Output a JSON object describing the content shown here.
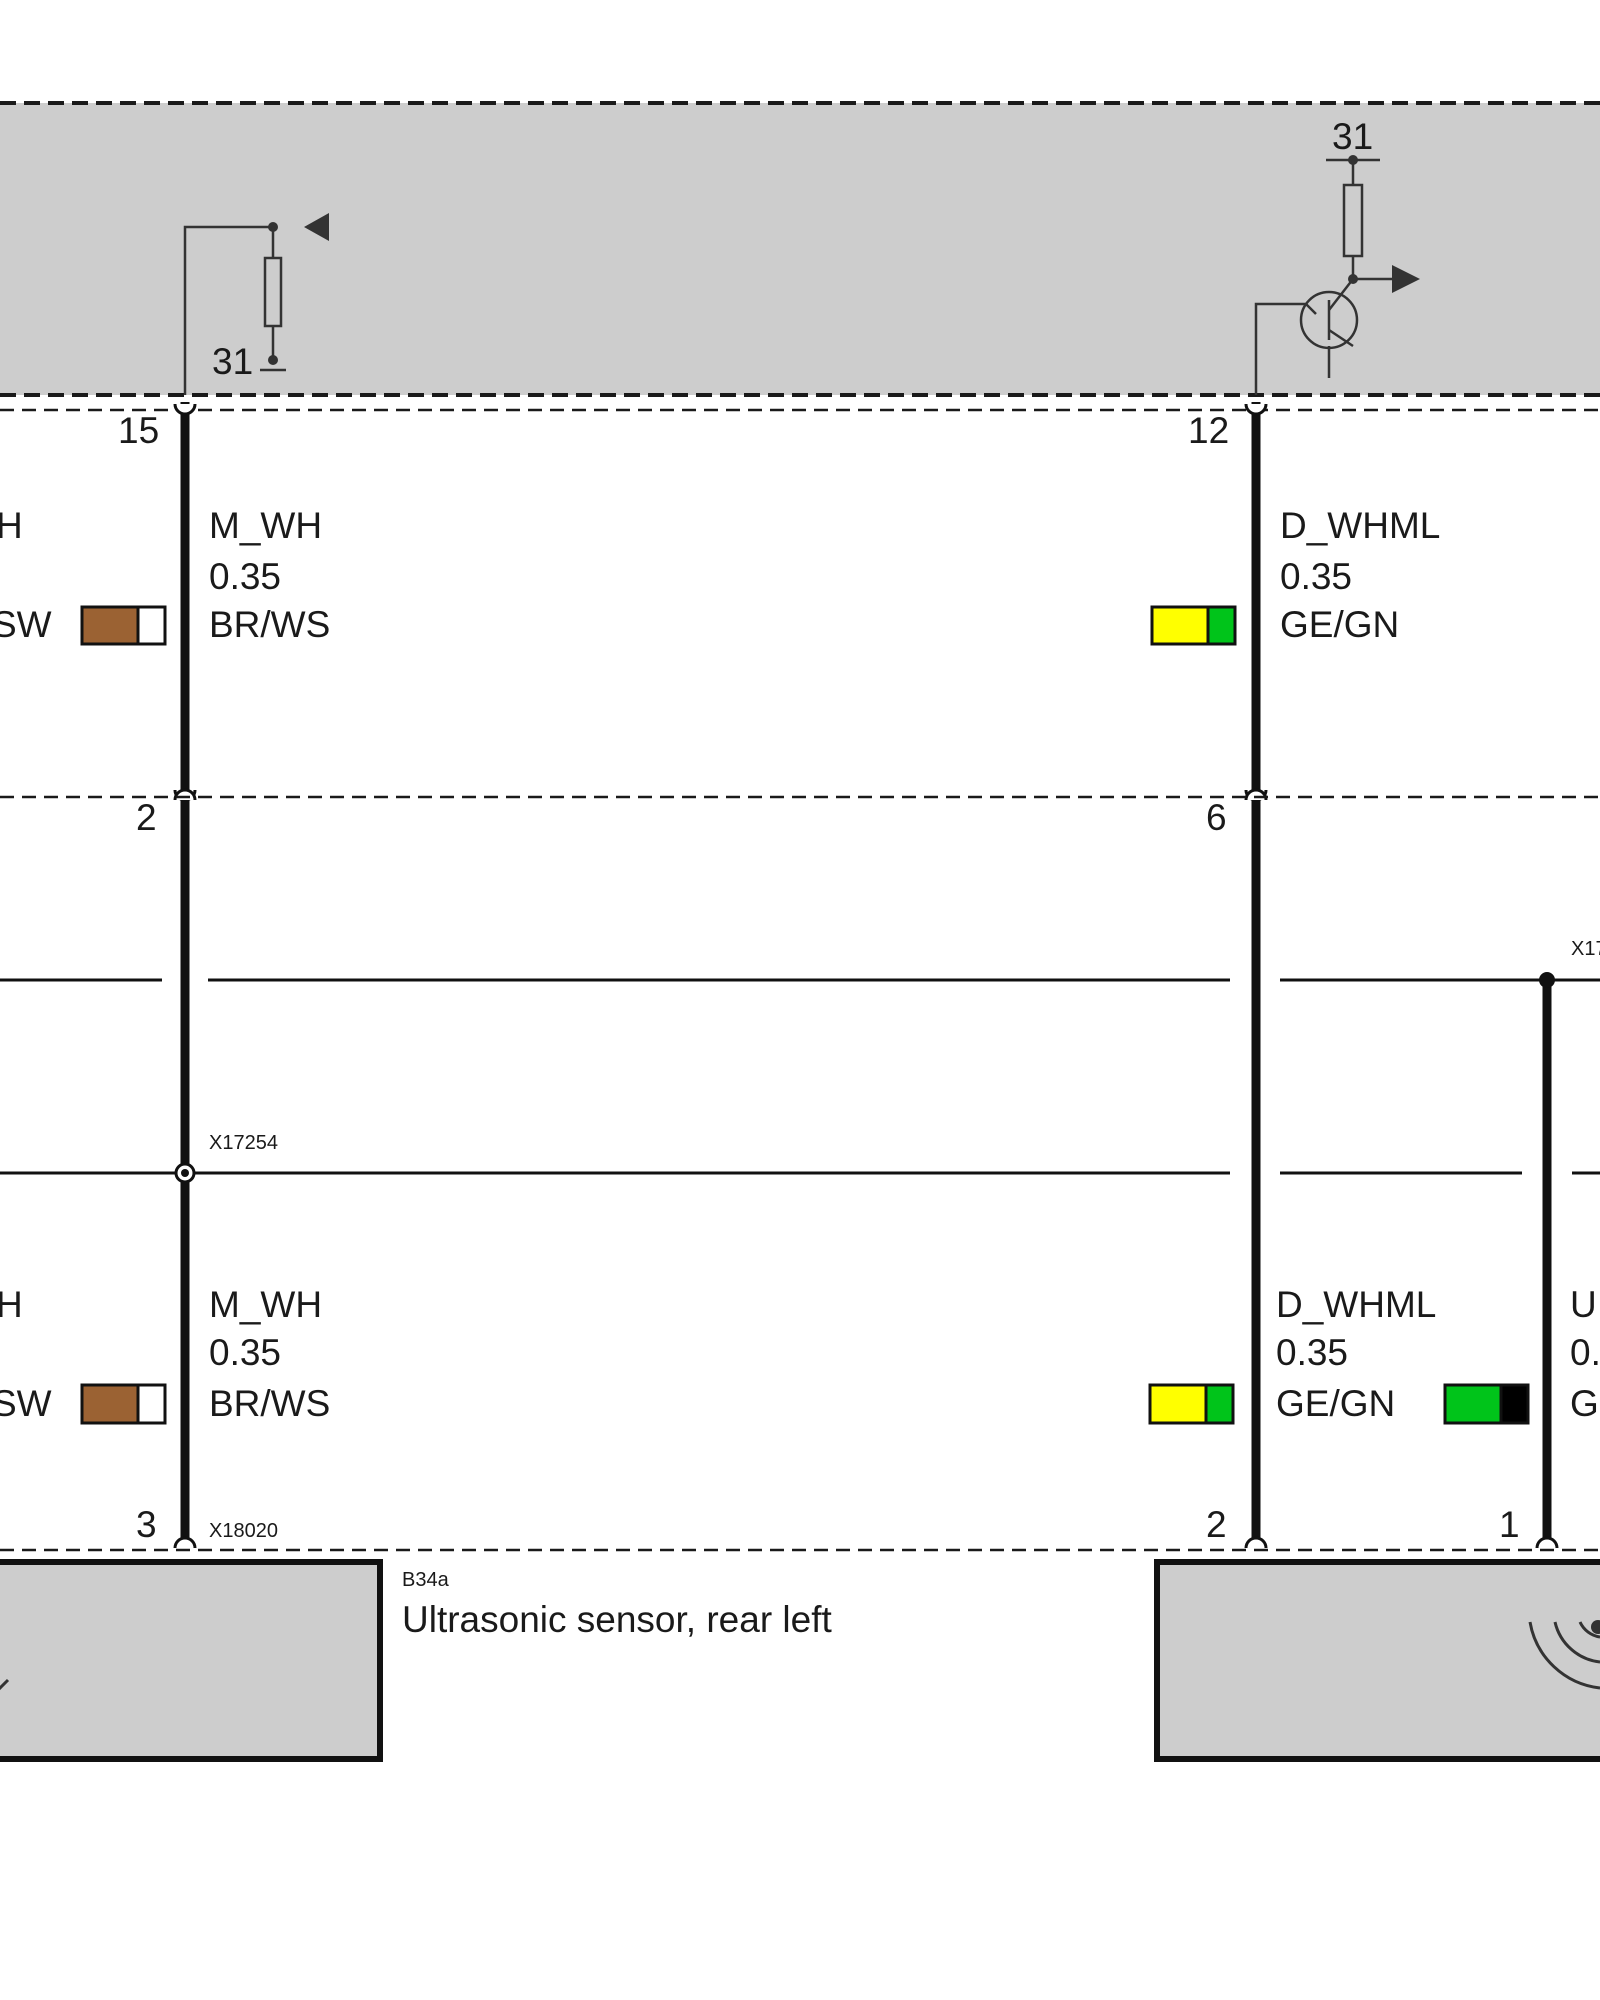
{
  "top_module": {
    "ground_left": "31",
    "ground_right": "31"
  },
  "pins_top": {
    "left": "15",
    "right": "12"
  },
  "pins_mid": {
    "left": "2",
    "right": "6"
  },
  "pins_bottom": {
    "left": "3",
    "right": "2",
    "far_right": "1"
  },
  "wires_upper": {
    "left_partial_name": "H",
    "left_partial_color": "SW",
    "left": {
      "name": "M_WH",
      "size": "0.35",
      "color": "BR/WS"
    },
    "right": {
      "name": "D_WHML",
      "size": "0.35",
      "color": "GE/GN"
    }
  },
  "wires_lower": {
    "left_partial_name": "H",
    "left_partial_color": "SW",
    "left": {
      "name": "M_WH",
      "size": "0.35",
      "color": "BR/WS"
    },
    "right": {
      "name": "D_WHML",
      "size": "0.35",
      "color": "GE/GN"
    },
    "far_right_partial": {
      "name": "U",
      "size": "0.",
      "color": "G"
    }
  },
  "connectors": {
    "splice_left": "X17254",
    "splice_right_partial": "X17",
    "sensor_connector": "X18020"
  },
  "components": {
    "sensor_code": "B34a",
    "sensor_name": "Ultrasonic sensor, rear left"
  },
  "colors": {
    "brown": "#9b6233",
    "white": "#ffffff",
    "yellow": "#ffff00",
    "green": "#00c41a",
    "black": "#000000",
    "module_fill": "#cdcdcd",
    "wire": "#111111"
  }
}
